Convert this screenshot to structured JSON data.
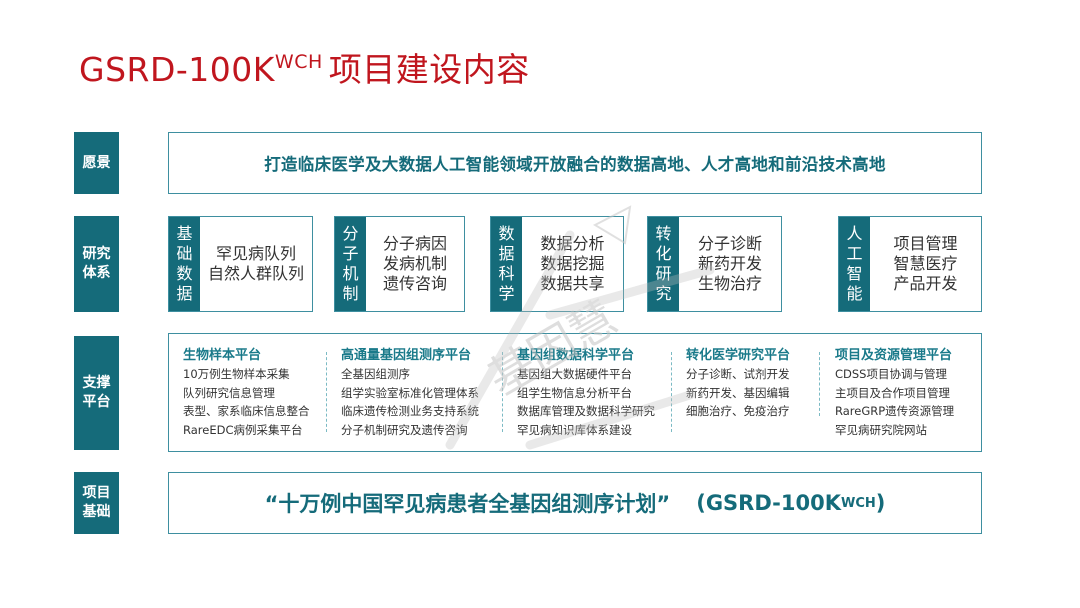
{
  "title": {
    "main": "GSRD-100K",
    "superscript": "WCH",
    "suffix": "项目建设内容"
  },
  "colors": {
    "title_red": "#c0161e",
    "teal_dark": "#156b7a",
    "teal_border": "#3e8fa0",
    "teal_heading": "#1a7a8a"
  },
  "rows": {
    "vision": {
      "label": "愿景",
      "text": "打造临床医学及大数据人工智能领域开放融合的数据高地、人才高地和前沿技术高地"
    },
    "research": {
      "label_line1": "研究",
      "label_line2": "体系",
      "cards": [
        {
          "tab": [
            "基",
            "础",
            "数",
            "据"
          ],
          "items": [
            "罕见病队列",
            "自然人群队列"
          ]
        },
        {
          "tab": [
            "分",
            "子",
            "机",
            "制"
          ],
          "items": [
            "分子病因",
            "发病机制",
            "遗传咨询"
          ]
        },
        {
          "tab": [
            "数",
            "据",
            "科",
            "学"
          ],
          "items": [
            "数据分析",
            "数据挖掘",
            "数据共享"
          ]
        },
        {
          "tab": [
            "转",
            "化",
            "研",
            "究"
          ],
          "items": [
            "分子诊断",
            "新药开发",
            "生物治疗"
          ]
        },
        {
          "tab": [
            "人",
            "工",
            "智",
            "能"
          ],
          "items": [
            "项目管理",
            "智慧医疗",
            "产品开发"
          ]
        }
      ]
    },
    "platform": {
      "label_line1": "支撑",
      "label_line2": "平台",
      "columns": [
        {
          "heading": "生物样本平台",
          "items": [
            "10万例生物样本采集",
            "队列研究信息管理",
            "表型、家系临床信息整合",
            "RareEDC病例采集平台"
          ]
        },
        {
          "heading": "高通量基因组测序平台",
          "items": [
            "全基因组测序",
            "组学实验室标准化管理体系",
            "临床遗传检测业务支持系统",
            "分子机制研究及遗传咨询"
          ]
        },
        {
          "heading": "基因组数据科学平台",
          "items": [
            "基因组大数据硬件平台",
            "组学生物信息分析平台",
            "数据库管理及数据科学研究",
            "罕见病知识库体系建设"
          ]
        },
        {
          "heading": "转化医学研究平台",
          "items": [
            "分子诊断、试剂开发",
            "新药开发、基因编辑",
            "细胞治疗、免疫治疗"
          ]
        },
        {
          "heading": "项目及资源管理平台",
          "items": [
            "CDSS项目协调与管理",
            "主项目及合作项目管理",
            "RareGRP遗传资源管理",
            "罕见病研究院网站"
          ]
        }
      ]
    },
    "foundation": {
      "label_line1": "项目",
      "label_line2": "基础",
      "quote": "“十万例中国罕见病患者全基因组测序计划”",
      "code_open": "(GSRD-100K",
      "code_sup": "WCH",
      "code_close": ")"
    }
  },
  "watermark": {
    "text": "基因慧"
  }
}
